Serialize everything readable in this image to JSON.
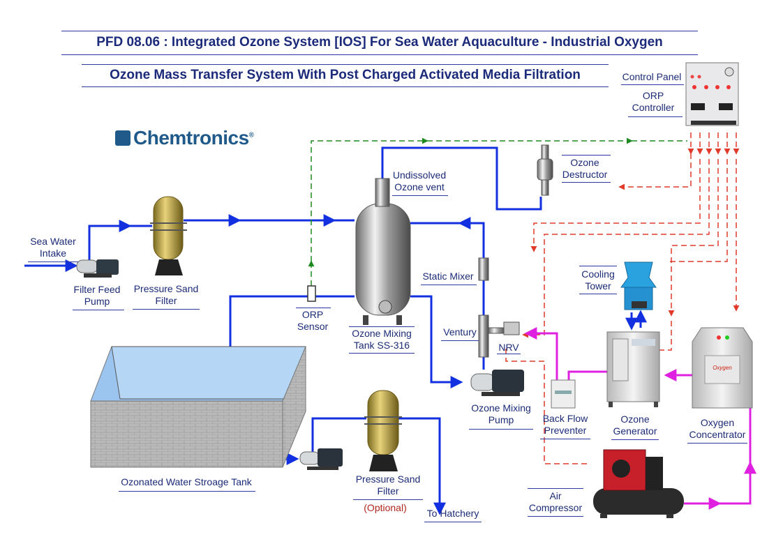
{
  "title": "PFD 08.06 : Integrated Ozone System [IOS] For Sea Water Aquaculture - Industrial Oxygen",
  "subtitle": "Ozone Mass Transfer System With Post Charged Activated Media Filtration",
  "logo": "Chemtronics",
  "logo_mark": "®",
  "labels": {
    "control_panel": "Control Panel",
    "orp_controller": [
      "ORP",
      "Controller"
    ],
    "sea_water_intake": [
      "Sea Water",
      "Intake"
    ],
    "filter_feed_pump": [
      "Filter Feed",
      "Pump"
    ],
    "pressure_sand_filter": [
      "Pressure Sand",
      "Filter"
    ],
    "undissolved_vent": [
      "Undissolved",
      "Ozone vent"
    ],
    "ozone_destructor": [
      "Ozone",
      "Destructor"
    ],
    "static_mixer": "Static Mixer",
    "orp_sensor": [
      "ORP",
      "Sensor"
    ],
    "ozone_mixing_tank": [
      "Ozone Mixing",
      "Tank SS-316"
    ],
    "venturi": "Ventury",
    "nrv": "NRV",
    "cooling_tower": [
      "Cooling",
      "Tower"
    ],
    "ozone_mixing_pump": [
      "Ozone Mixing",
      "Pump"
    ],
    "back_flow_preventer": [
      "Back Flow",
      "Preventer"
    ],
    "ozone_generator": [
      "Ozone",
      "Generator"
    ],
    "oxygen_concentrator": [
      "Oxygen",
      "Concentrator"
    ],
    "storage_tank": "Ozonated Water Stroage Tank",
    "pressure_sand_filter_2": [
      "Pressure Sand",
      "Filter"
    ],
    "optional": "(Optional)",
    "to_hatchery": "To Hatchery",
    "air_compressor": [
      "Air",
      "Compressor"
    ]
  },
  "colors": {
    "water_line": "#1230e0",
    "signal_green": "#1e8a1e",
    "signal_red": "#e23a2a",
    "oxygen_line": "#e020e0",
    "title_text": "#1b2a7a"
  }
}
